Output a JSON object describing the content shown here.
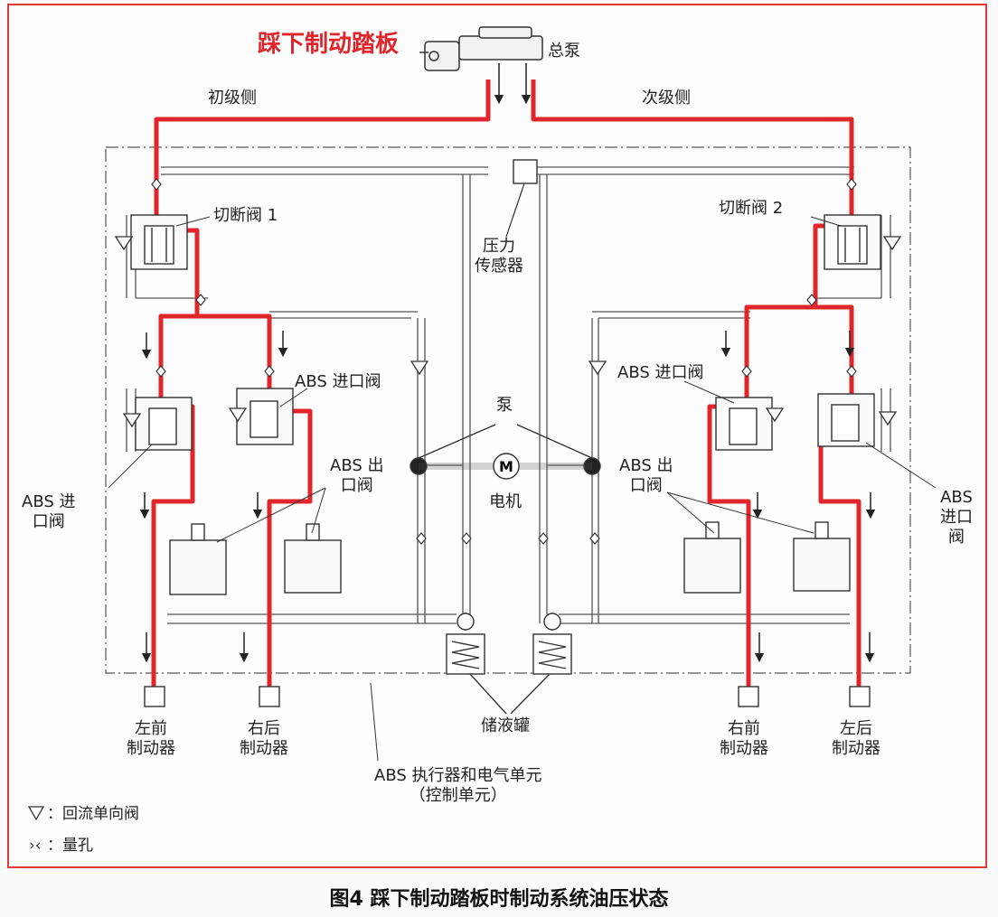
{
  "title_action": "踩下制动踏板",
  "master_cylinder": "总泵",
  "primary_side": "初级侧",
  "secondary_side": "次级侧",
  "cutoff_valve_1": "切断阀 1",
  "cutoff_valve_2": "切断阀 2",
  "pressure_sensor": "压力\n传感器",
  "abs_inlet_valve_a": "ABS 进口阀",
  "abs_inlet_valve_b": "ABS 进口阀",
  "abs_outlet_valve_left": "ABS 出\n口阀",
  "abs_outlet_valve_right": "ABS 出\n口阀",
  "abs_inlet_valve_left_side": "ABS 进\n口阀",
  "abs_inlet_valve_right_side": "ABS\n进口\n阀",
  "pump": "泵",
  "motor_symbol": "M",
  "motor": "电机",
  "reservoir": "储液罐",
  "brake_front_left": "左前\n制动器",
  "brake_rear_right": "右后\n制动器",
  "brake_front_right": "右前\n制动器",
  "brake_rear_left": "左后\n制动器",
  "actuator_unit": "ABS 执行器和电气单元\n（控制单元）",
  "legend_check_valve": "：回流单向阀",
  "legend_orifice_symbol": "›‹",
  "legend_orifice": "：量孔",
  "figure_caption": "图4 踩下制动踏板时制动系统油压状态",
  "colors": {
    "pressure_line": "#e0262b",
    "frame": "#e03a3a",
    "line": "#444444"
  }
}
